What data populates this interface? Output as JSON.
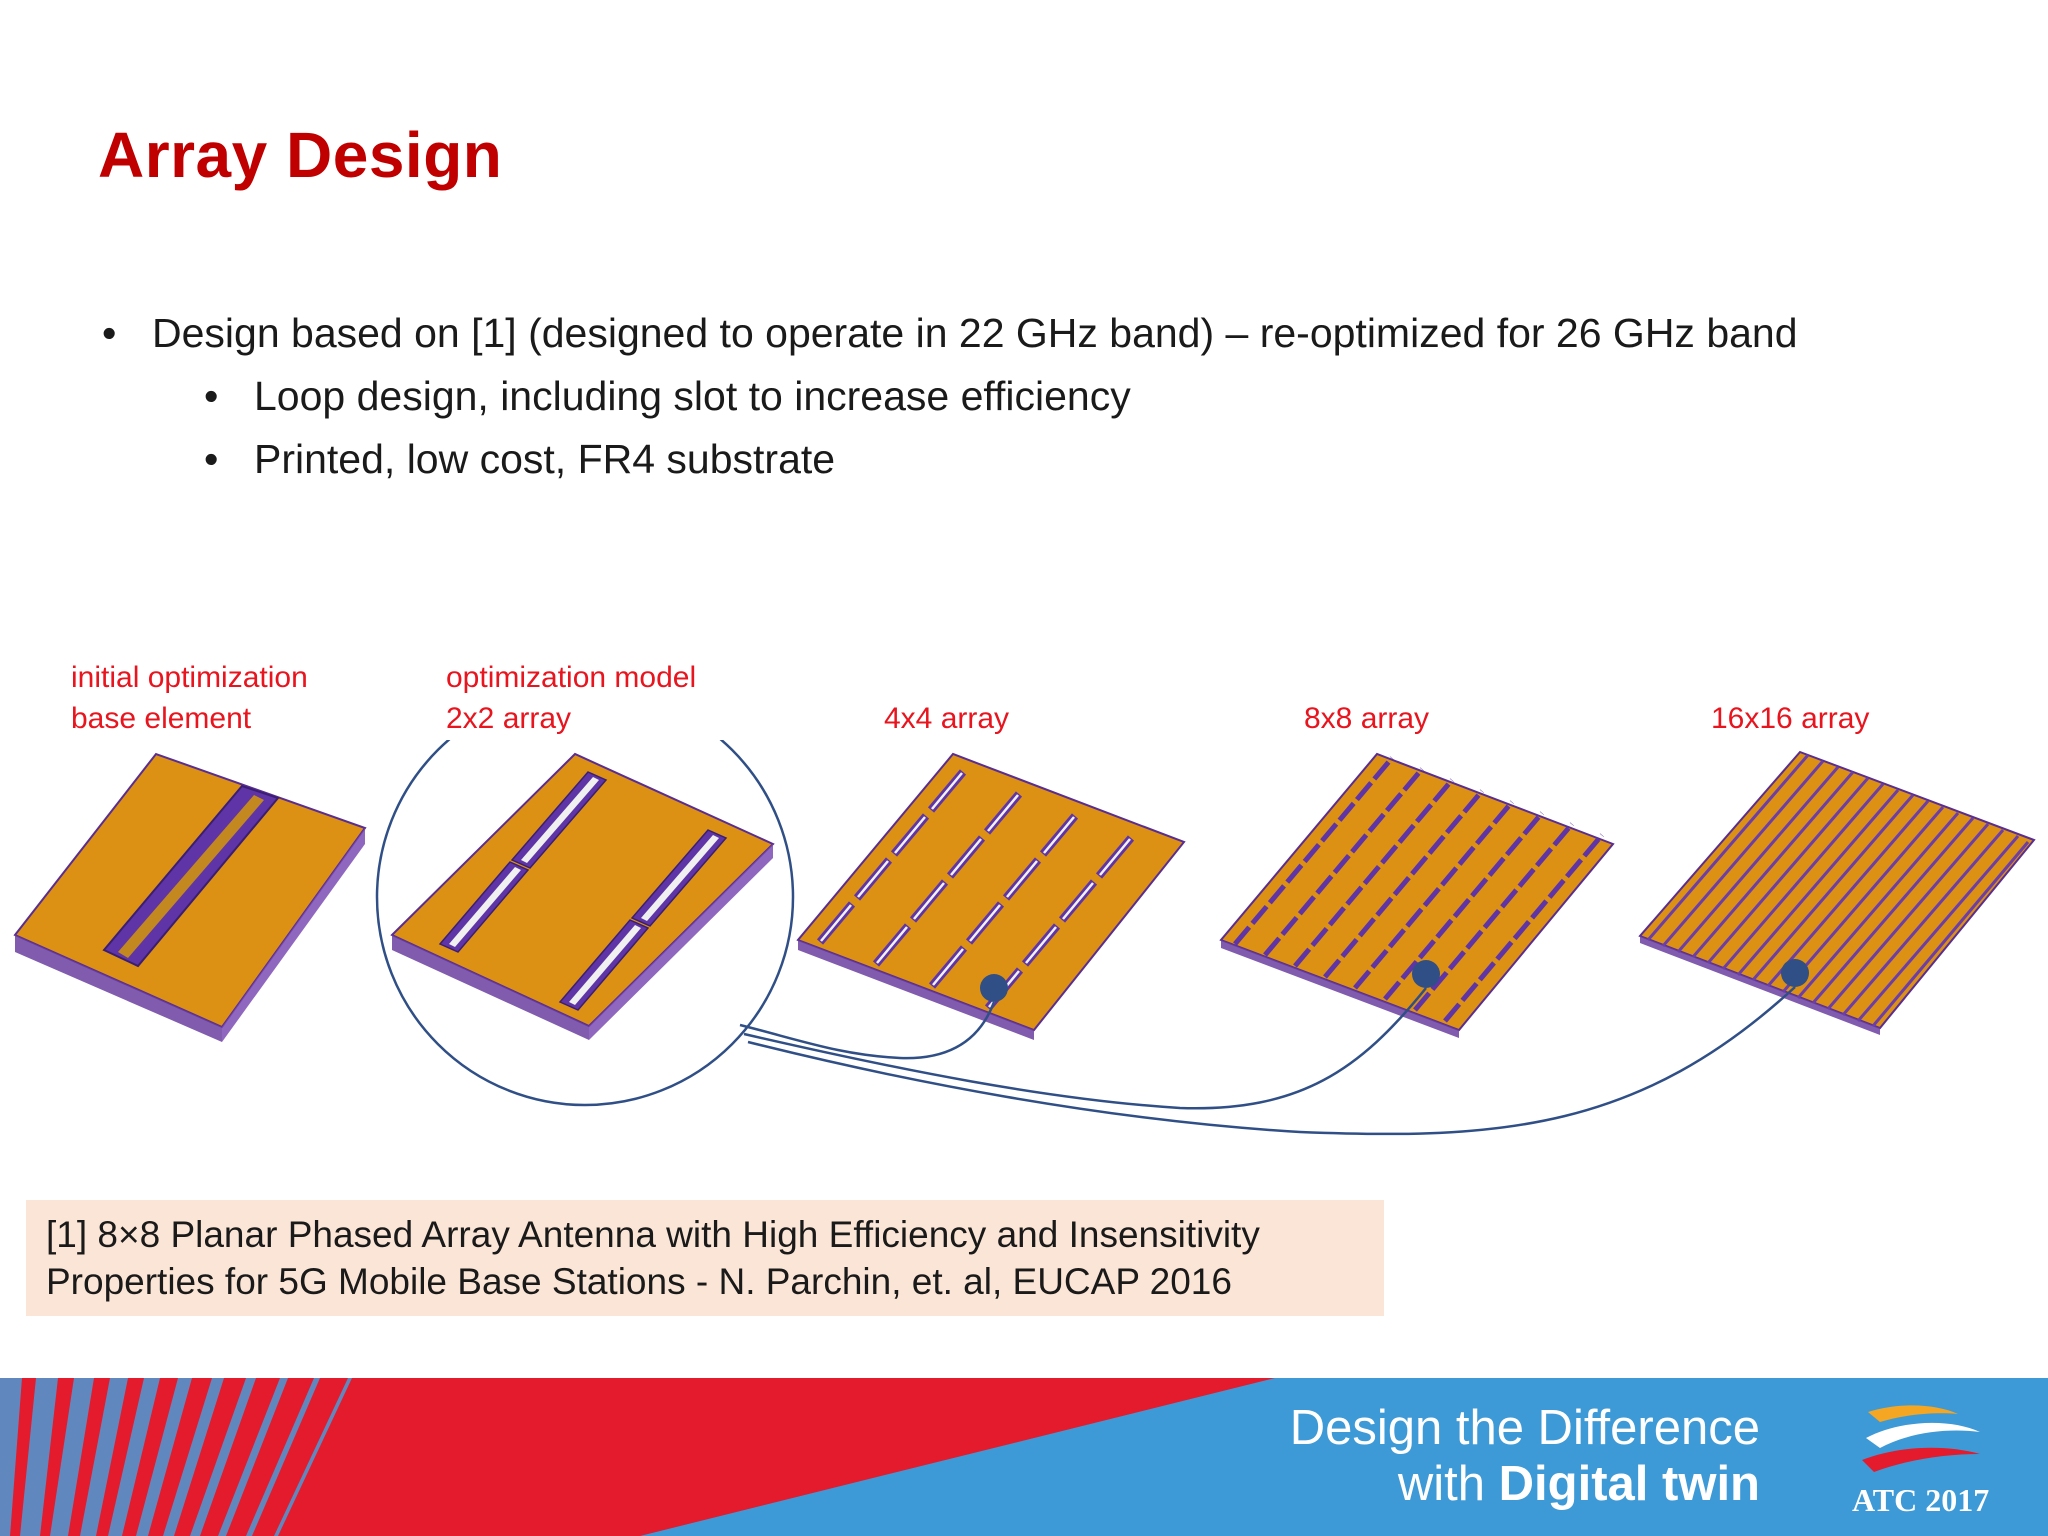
{
  "slide": {
    "title": "Array Design",
    "bullets": [
      {
        "level": 1,
        "marker": "•",
        "text": "Design based on [1] (designed to operate in 22 GHz band) – re-optimized for 26 GHz band"
      },
      {
        "level": 2,
        "marker": "•",
        "text": "Loop design, including slot to increase efficiency"
      },
      {
        "level": 2,
        "marker": "•",
        "text": "Printed, low cost, FR4 substrate"
      }
    ]
  },
  "figure": {
    "captions": [
      {
        "line1": "initial optimization",
        "line2": "base element"
      },
      {
        "line1": "optimization model",
        "line2": "2x2 array"
      },
      {
        "line1": "",
        "line2": "4x4 array"
      },
      {
        "line1": "",
        "line2": "8x8 array"
      },
      {
        "line1": "",
        "line2": "16x16 array"
      }
    ],
    "colors": {
      "substrate": "#dc9014",
      "substrate_edge": "#5a2d91",
      "slot": "#5e34a6",
      "connector": "#2f4f86",
      "caption": "#e8141e"
    }
  },
  "reference": {
    "line1": "[1] 8×8 Planar Phased Array Antenna with High Efficiency and Insensitivity",
    "line2": "Properties for 5G Mobile Base Stations - N. Parchin, et. al, EUCAP 2016"
  },
  "footer": {
    "tagline_line1": "Design the Difference",
    "tagline_line2_prefix": "with ",
    "tagline_line2_bold": "Digital twin",
    "logo_text": "ATC 2017",
    "colors": {
      "blue": "#3d9ad6",
      "red": "#e31b2d"
    }
  }
}
